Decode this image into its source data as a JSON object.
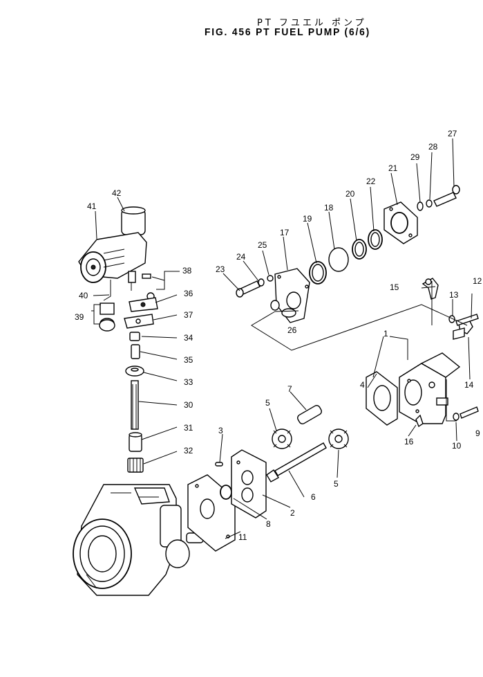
{
  "title": {
    "japanese": "PT フユエル ポンプ",
    "english": "FIG. 456  PT FUEL PUMP (6/6)"
  },
  "callouts": [
    "1",
    "2",
    "3",
    "4",
    "5",
    "5",
    "6",
    "7",
    "8",
    "9",
    "10",
    "11",
    "12",
    "13",
    "14",
    "15",
    "16",
    "17",
    "18",
    "19",
    "20",
    "21",
    "22",
    "23",
    "24",
    "25",
    "26",
    "27",
    "28",
    "29",
    "30",
    "31",
    "32",
    "33",
    "34",
    "35",
    "36",
    "37",
    "38",
    "39",
    "40",
    "41",
    "42"
  ]
}
